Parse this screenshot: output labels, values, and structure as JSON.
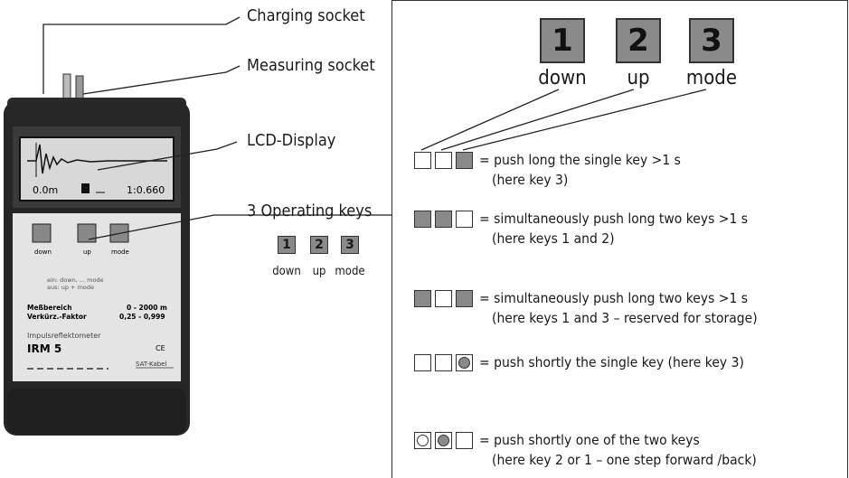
{
  "callouts": {
    "charging": "Charging socket",
    "measuring": "Measuring socket",
    "lcd": "LCD-Display",
    "keys": "3 Operating keys"
  },
  "device": {
    "lcd_left": "0.0m",
    "lcd_right": "1:0.660",
    "key_labels": [
      "down",
      "up",
      "mode"
    ],
    "help_line1": "ein: down, ... mode",
    "help_line2": "aus: up + mode",
    "range_label": "Meßbereich",
    "range_value": "0 - 2000 m",
    "factor_label": "Verkürz.-Faktor",
    "factor_value": "0,25 - 0,999",
    "subtitle": "Impulsreflektometer",
    "model": "IRM 5",
    "ce_mark": "CE",
    "brand": "SAT-Kabel"
  },
  "small_keys": [
    {
      "number": "1",
      "label": "down"
    },
    {
      "number": "2",
      "label": "up"
    },
    {
      "number": "3",
      "label": "mode"
    }
  ],
  "big_keys": [
    {
      "number": "1",
      "label": "down"
    },
    {
      "number": "2",
      "label": "up"
    },
    {
      "number": "3",
      "label": "mode"
    }
  ],
  "legend": [
    {
      "line1": "= push long the single key >1 s",
      "line2": "(here key 3)"
    },
    {
      "line1": "= simultaneously push long two keys >1 s",
      "line2": "(here keys 1 and 2)"
    },
    {
      "line1": "= simultaneously push long two keys >1 s",
      "line2": "(here keys 1 and 3 – reserved for storage)"
    },
    {
      "line1": "= push shortly the single key (here key 3)",
      "line2": ""
    },
    {
      "line1": "= push shortly one of the two keys",
      "line2": "(here key 2 or 1 – one step forward /back)"
    }
  ],
  "colors": {
    "key_fill": "#8a8a8a",
    "outline": "#333333",
    "device_body": "#262626"
  }
}
